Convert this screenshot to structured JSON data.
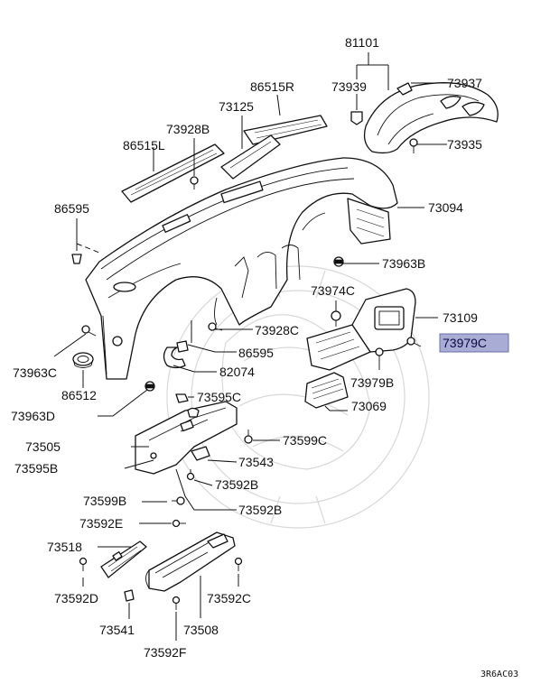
{
  "diagram": {
    "highlight_color": "#a9acd4",
    "highlighted_part": "73979C",
    "footer_code": "3R6AC03",
    "labels": {
      "p81101": "81101",
      "p73939": "73939",
      "p73937": "73937",
      "p86515R": "86515R",
      "p73125": "73125",
      "p73928B": "73928B",
      "p86515L": "86515L",
      "p73935": "73935",
      "p86595a": "86595",
      "p73094": "73094",
      "p73963B": "73963B",
      "p73974C": "73974C",
      "p73109": "73109",
      "p73928C": "73928C",
      "p73979C": "73979C",
      "p86595b": "86595",
      "p73963C": "73963C",
      "p82074": "82074",
      "p73979B": "73979B",
      "p86512": "86512",
      "p73595C": "73595C",
      "p73069": "73069",
      "p73963D": "73963D",
      "p73505": "73505",
      "p73599C": "73599C",
      "p73595B": "73595B",
      "p73543": "73543",
      "p73592Ba": "73592B",
      "p73599B": "73599B",
      "p73592Bb": "73592B",
      "p73592E": "73592E",
      "p73518": "73518",
      "p73592D": "73592D",
      "p73592C": "73592C",
      "p73541": "73541",
      "p73508": "73508",
      "p73592F": "73592F"
    }
  }
}
